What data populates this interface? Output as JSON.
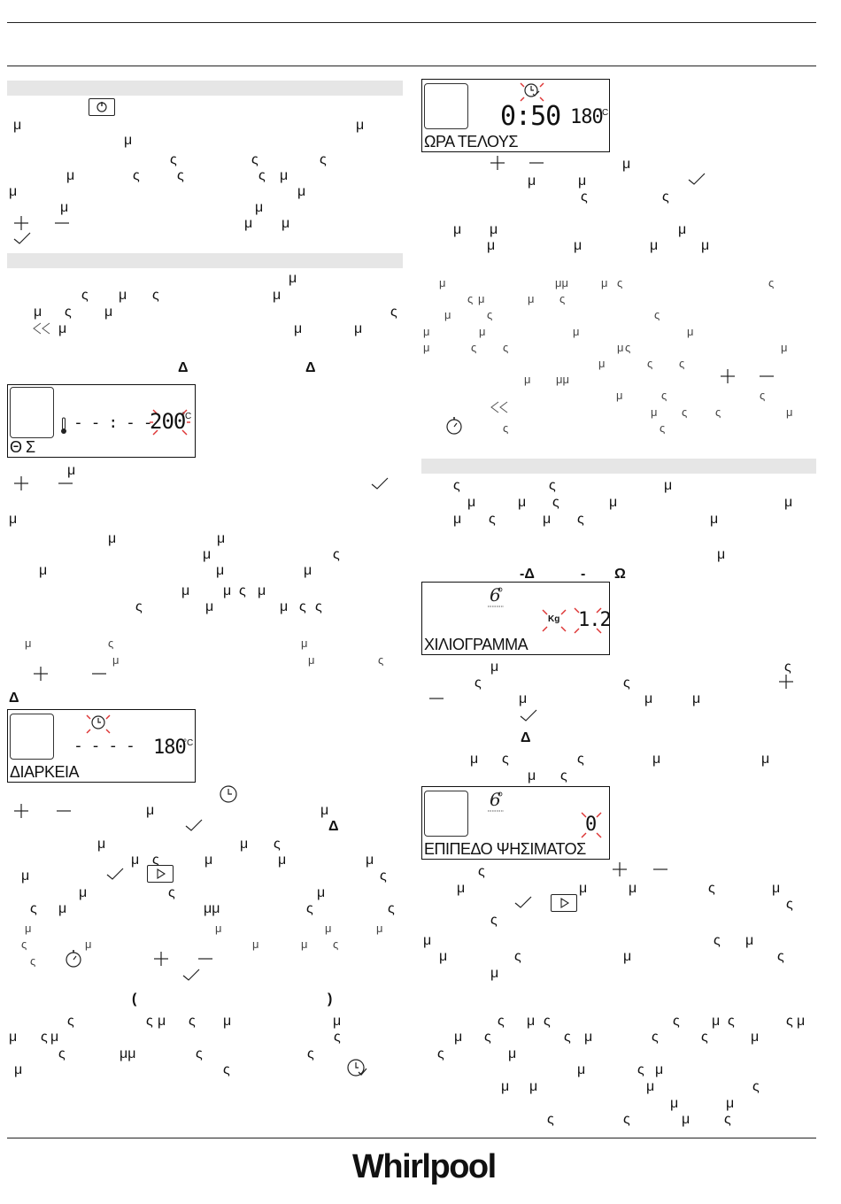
{
  "brand": "Whirlpool",
  "displays": {
    "end_time": {
      "label": "ΩΡΑ ΤΕΛΟΥΣ",
      "time": "0:50",
      "temp": "180",
      "unit": "°C"
    },
    "temp_set": {
      "label": "Θ          Σ",
      "time": "- - : - -",
      "temp": "200",
      "unit": "°C"
    },
    "duration": {
      "label": "ΔΙΑΡΚΕΙΑ",
      "time": "- - - -",
      "temp": "180",
      "unit": "°C"
    },
    "weight": {
      "label": "ΧΙΛΙΟΓΡΑΜΜΑ",
      "value": "1.2",
      "unit": "Kg"
    },
    "bake_level": {
      "label": "ΕΠΙΠΕΔΟ ΨΗΣΙΜΑΤΟΣ",
      "value": "0"
    }
  },
  "left_col": {
    "r1": [
      "μ",
      "μ",
      "μ"
    ],
    "r2": [
      "ς",
      "ς",
      "ς"
    ],
    "r3": [
      "μ",
      "ς",
      "ς",
      "ς",
      "μ"
    ],
    "r4": [
      "μ",
      "μ"
    ],
    "r5": [
      "μ",
      "μ"
    ],
    "r6": [
      "μ",
      "μ",
      "μ"
    ],
    "s2": [
      "μ",
      "ς",
      "μ",
      "ς",
      "μ",
      "μ",
      "ς",
      "μ",
      "ς",
      "μ",
      "μ",
      "μ"
    ],
    "head2": [
      "Δ",
      "Δ"
    ],
    "p3": [
      "μ",
      "μ",
      "μ",
      "μ",
      "μ",
      "μ",
      "μ",
      "ς",
      "μ",
      "μ",
      "μ",
      "ς",
      "μ",
      "ς",
      "μ",
      "μ",
      "ς",
      "ς",
      "μ",
      "ς"
    ],
    "sm": [
      "μ",
      "ς",
      "μ",
      "μ",
      "μ",
      "ς"
    ],
    "head3": "Δ",
    "p4": [
      "μ",
      "μ",
      "Δ",
      "μ",
      "μ",
      "ς",
      "μ",
      "ς",
      "μ",
      "μ",
      "μ",
      "μ",
      "ς",
      "μ",
      "ς",
      "μ",
      "ς",
      "ς",
      "ς",
      "μ",
      "μμ",
      "μ",
      "ς",
      "ς"
    ],
    "p4sm": [
      "μ",
      "μ",
      "μ",
      "μ",
      "ς",
      "μ",
      "μ",
      "μ",
      "ς",
      "ς"
    ],
    "paren_open": "(",
    "paren_close": ")",
    "p5": [
      "ς",
      "ς",
      "μ",
      "ς",
      "μ",
      "μ",
      "μ",
      "ς",
      "μ",
      "ς",
      "ς",
      "μμ",
      "ς",
      "ς",
      "μ",
      "ς"
    ]
  },
  "right_col": {
    "p1": [
      "μ",
      "μ",
      "μ",
      "ς",
      "ς",
      "μ",
      "μ",
      "μ",
      "μ",
      "μ",
      "μ",
      "μ"
    ],
    "p2sm": [
      "μ",
      "μμ",
      "μ",
      "ς",
      "ς",
      "ς",
      "μ",
      "μ",
      "ς",
      "μ",
      "ς",
      "ς",
      "μ",
      "μ",
      "μ",
      "μ",
      "μ",
      "ς",
      "ς",
      "μ",
      "ς",
      "μ",
      "μ",
      "ς",
      "ς",
      "μ",
      "μμ",
      "μ",
      "ς",
      "ς",
      "μ",
      "ς",
      "ς",
      "μ",
      "ς",
      "ς"
    ],
    "p3": [
      "ς",
      "ς",
      "μ",
      "μ",
      "μ",
      "ς",
      "μ",
      "μ",
      "μ",
      "ς",
      "μ",
      "ς",
      "μ",
      "μ"
    ],
    "head": [
      "-Δ",
      "-",
      "Ω"
    ],
    "p4": [
      "μ",
      "ς",
      "ς",
      "ς",
      "μ",
      "μ",
      "μ"
    ],
    "head2": "Δ",
    "p5": [
      "μ",
      "ς",
      "ς",
      "μ",
      "μ",
      "μ",
      "ς"
    ],
    "p6": [
      "ς",
      "μ",
      "μ",
      "μ",
      "ς",
      "μ",
      "ς",
      "ς",
      "μ",
      "ς",
      "μ",
      "μ",
      "ς",
      "μ",
      "ς"
    ],
    "p7": [
      "ς",
      "μ",
      "ς",
      "ς",
      "μ",
      "ς",
      "ς",
      "μ",
      "μ",
      "ς",
      "ς",
      "μ",
      "ς",
      "ς",
      "μ",
      "ς",
      "μ",
      "μ",
      "ς",
      "μ",
      "μ",
      "μ",
      "μ",
      "ς",
      "μ",
      "μ",
      "ς",
      "ς",
      "μ",
      "ς"
    ]
  }
}
